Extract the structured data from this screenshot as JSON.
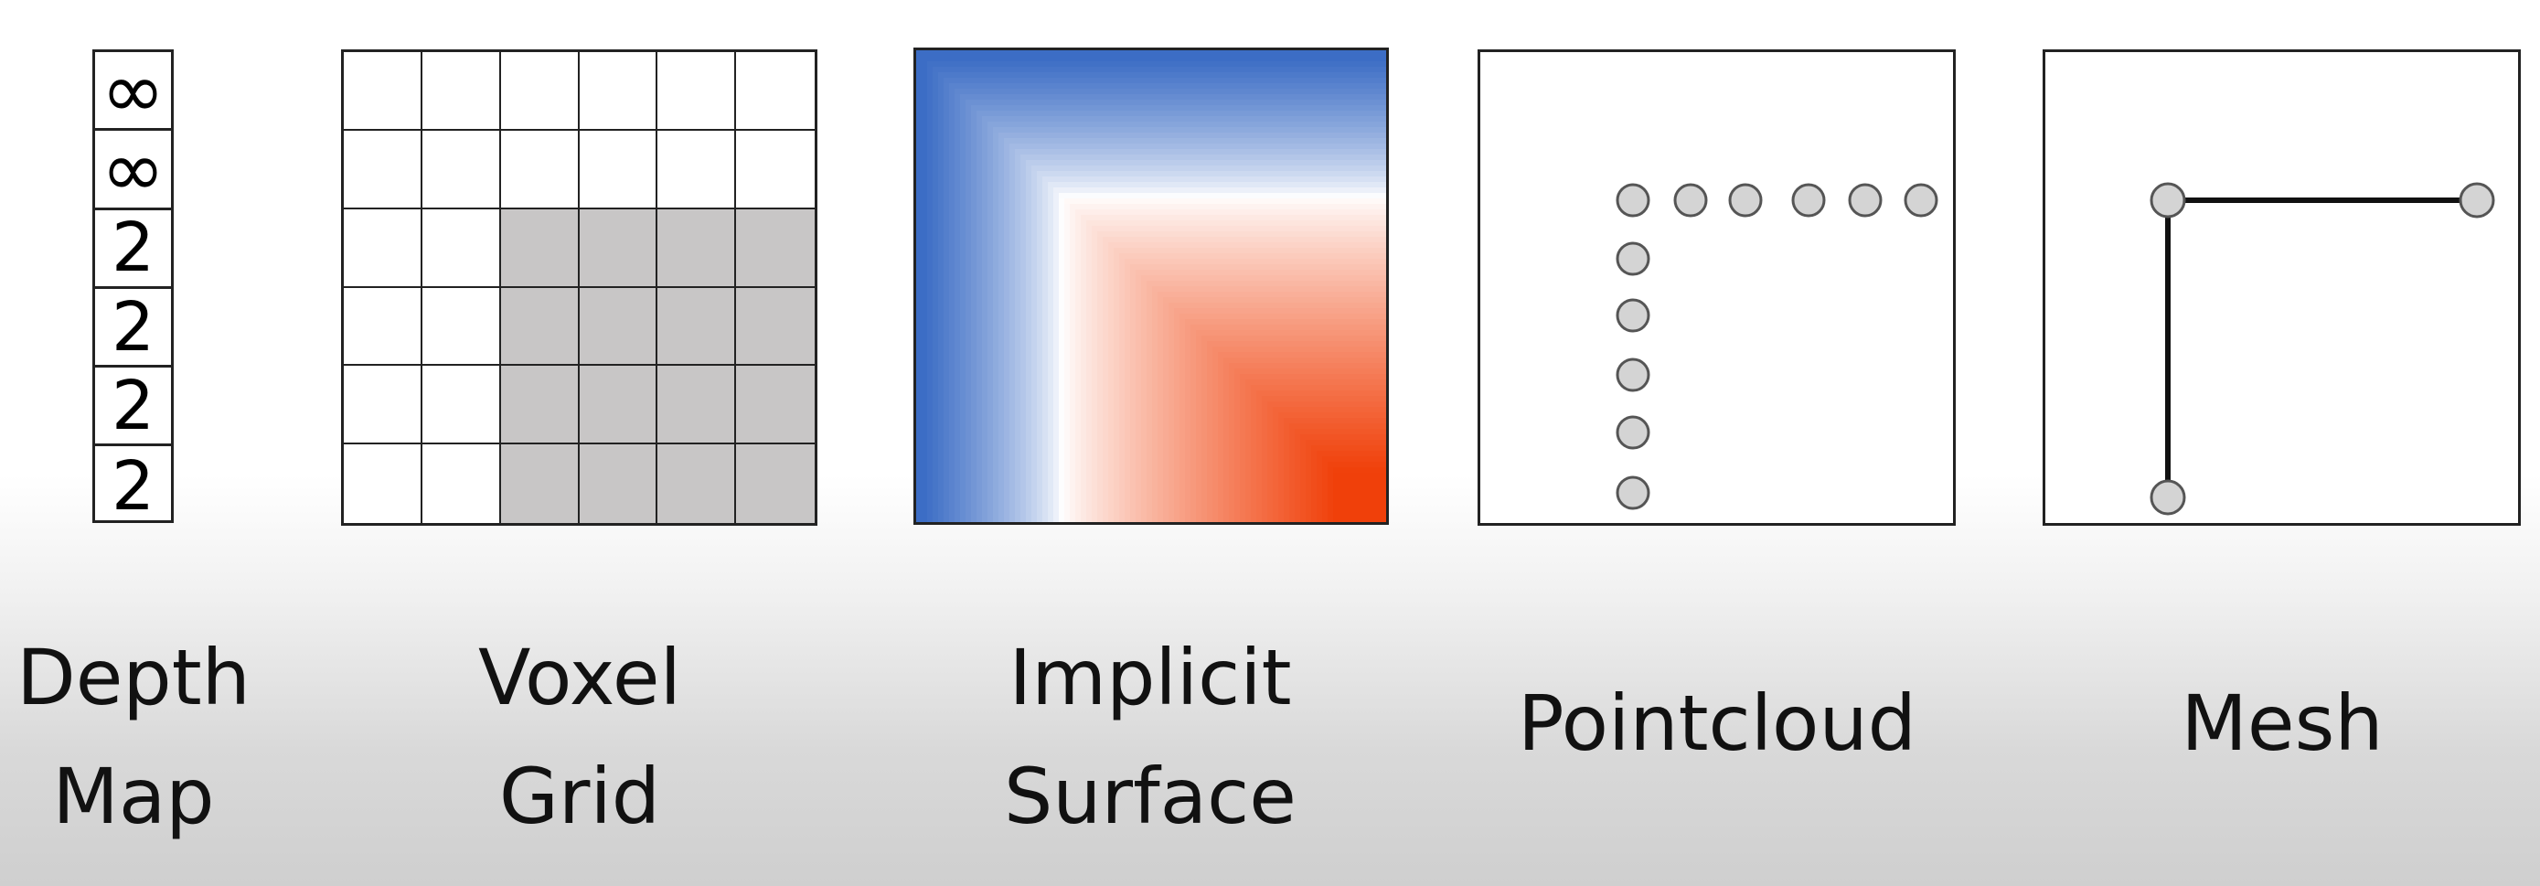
{
  "depth_map": {
    "cells": [
      "∞",
      "∞",
      "2",
      "2",
      "2",
      "2"
    ],
    "label_lines": [
      "Depth",
      "Map"
    ]
  },
  "voxel_grid": {
    "rows": 6,
    "cols": 6,
    "occupancy": [
      [
        0,
        0,
        0,
        0,
        0,
        0
      ],
      [
        0,
        0,
        0,
        0,
        0,
        0
      ],
      [
        0,
        0,
        1,
        1,
        1,
        1
      ],
      [
        0,
        0,
        1,
        1,
        1,
        1
      ],
      [
        0,
        0,
        1,
        1,
        1,
        1
      ],
      [
        0,
        0,
        1,
        1,
        1,
        1
      ]
    ],
    "label_lines": [
      "Voxel",
      "Grid"
    ]
  },
  "implicit_surface": {
    "colors": {
      "negative": "#3c6dc5",
      "zero": "#ffffff",
      "positive": "#f0400a"
    },
    "label_lines": [
      "Implicit",
      "Surface"
    ]
  },
  "pointcloud": {
    "label": "Pointcloud"
  },
  "mesh": {
    "label": "Mesh"
  },
  "colors": {
    "filled_voxel": "#c8c6c6",
    "point_fill": "#d4d4d4",
    "outline": "#222222"
  }
}
